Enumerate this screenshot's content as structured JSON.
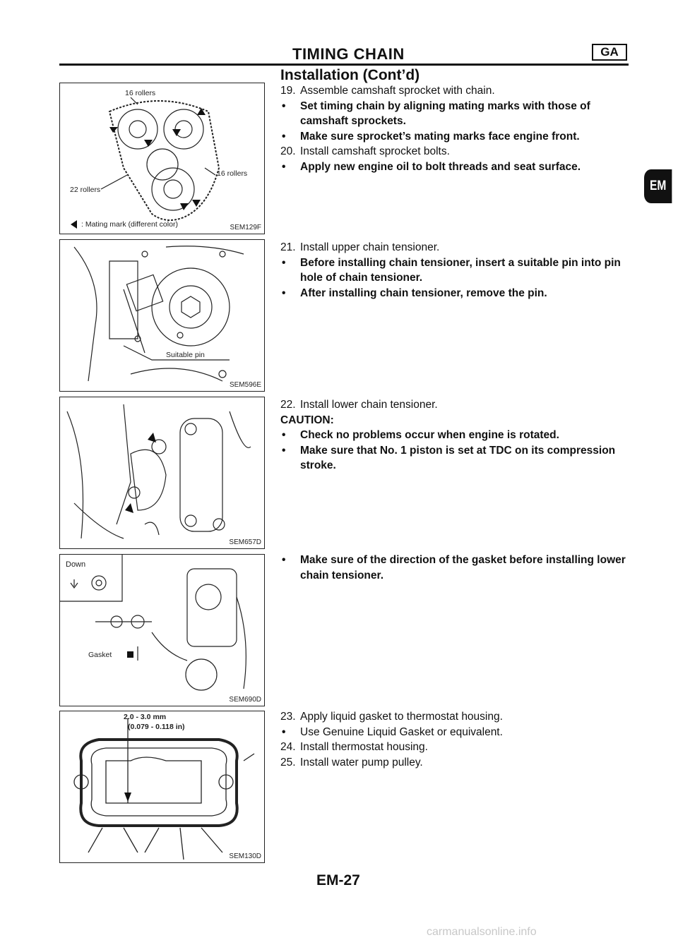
{
  "header": {
    "title": "TIMING CHAIN",
    "badge": "GA",
    "subtitle": "Installation (Cont’d)",
    "side_tab": "EM"
  },
  "figures": [
    {
      "code": "SEM129F",
      "labels": {
        "top_rollers": "16 rollers",
        "left_rollers": "22 rollers",
        "right_rollers": "16 rollers",
        "legend": ": Mating mark (different color)"
      }
    },
    {
      "code": "SEM596E",
      "labels": {
        "pin": "Suitable pin"
      }
    },
    {
      "code": "SEM657D",
      "labels": {}
    },
    {
      "code": "SEM690D",
      "labels": {
        "down": "Down",
        "gasket": "Gasket"
      }
    },
    {
      "code": "SEM130D",
      "labels": {
        "dim_mm": "2.0 - 3.0 mm",
        "dim_in": "(0.079 - 0.118 in)"
      }
    }
  ],
  "steps": {
    "block1": {
      "s19": {
        "num": "19.",
        "text": "Assemble camshaft sprocket with chain."
      },
      "b1": "Set timing chain by aligning mating marks with those of camshaft sprockets.",
      "b2": "Make sure sprocket’s mating marks face engine front.",
      "s20": {
        "num": "20.",
        "text": "Install camshaft sprocket bolts."
      },
      "b3": "Apply new engine oil to bolt threads and seat surface."
    },
    "block2": {
      "s21": {
        "num": "21.",
        "text": "Install upper chain tensioner."
      },
      "b1": "Before installing chain tensioner, insert a suitable pin into pin hole of chain tensioner.",
      "b2": "After installing chain tensioner, remove the pin."
    },
    "block3": {
      "s22": {
        "num": "22.",
        "text": "Install lower chain tensioner."
      },
      "caution": "CAUTION:",
      "b1": "Check no problems occur when engine is rotated.",
      "b2": "Make sure that No. 1 piston is set at TDC on its compression stroke."
    },
    "block4": {
      "b1": "Make sure of the direction of the gasket before installing lower chain tensioner."
    },
    "block5": {
      "s23": {
        "num": "23.",
        "text": "Apply liquid gasket to thermostat housing."
      },
      "b1": "Use Genuine Liquid Gasket or equivalent.",
      "s24": {
        "num": "24.",
        "text": "Install thermostat housing."
      },
      "s25": {
        "num": "25.",
        "text": "Install water pump pulley."
      }
    }
  },
  "bullet": "•",
  "footer": {
    "page_number": "EM-27",
    "watermark": "carmanualsonline.info"
  }
}
